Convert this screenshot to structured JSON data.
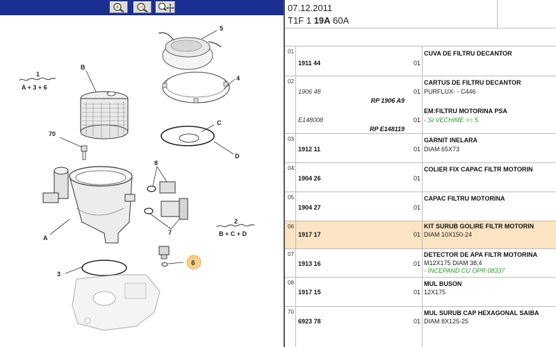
{
  "toolbar": {
    "zoom_in_icon": "zoom-in-icon",
    "zoom_out_icon": "zoom-out-icon",
    "pan_icon": "zoom-pan-icon"
  },
  "diagram": {
    "callouts": {
      "c1": "1",
      "c1_formula": "A + 3 + 6",
      "c2": "2",
      "c2_formula": "B + C + D",
      "c3": "3",
      "c4": "4",
      "c5": "5",
      "c6": "6",
      "c7": "7",
      "c8": "8",
      "c70": "70",
      "cA": "A",
      "cB": "B",
      "cC": "C",
      "cD": "D"
    }
  },
  "header": {
    "date": "07.12.2011",
    "model_prefix": "T1F 1 ",
    "model_bold": "19A",
    "model_suffix": " 60A"
  },
  "parts": [
    {
      "num": "01",
      "ref": "1911 44",
      "qty": "01",
      "desc": "CUVA DE FILTRU DECANTOR"
    },
    {
      "num": "02",
      "ref_i": "1906 48",
      "rp": "RP 1906 A9",
      "qty": "01",
      "desc": "CARTUS DE FILTRU DECANTOR",
      "sub": "PURFLUX- - C446",
      "ref2_i": "E148008",
      "rp2": "RP E148119",
      "qty2": "01",
      "desc2": "EM:FILTRU MOTORINA PSA",
      "note2": "- SI VECHIME >= 5"
    },
    {
      "num": "03",
      "ref": "1912 11",
      "qty": "01",
      "desc": "GARNIT INELARA",
      "sub": "DIAM 65X73"
    },
    {
      "num": "04",
      "ref": "1904 26",
      "qty": "01",
      "desc": "COLIER FIX CAPAC FILTR MOTORIN"
    },
    {
      "num": "05",
      "ref": "1904 27",
      "qty": "01",
      "desc": "CAPAC FILTRU MOTORINA"
    },
    {
      "num": "06",
      "ref": "1917 17",
      "qty": "01",
      "desc": "KIT SURUB GOLIRE FILTR MOTORIN",
      "sub": "DIAM 10X150-24"
    },
    {
      "num": "07",
      "ref": "1913 16",
      "qty": "01",
      "desc": "DETECTOR DE APA FILTR MOTORINA",
      "sub": "M12X175 DIAM 38,4",
      "note": "- INCEPAND CU OPR 08337"
    },
    {
      "num": "08",
      "ref": "1917 15",
      "qty": "01",
      "desc": "MUL BUSON",
      "sub": "12X175"
    },
    {
      "num": "70",
      "ref": "6923 78",
      "qty": "01",
      "desc": "MUL SURUB CAP HEXAGONAL SAIBA",
      "sub": "DIAM 8X125-25"
    }
  ]
}
